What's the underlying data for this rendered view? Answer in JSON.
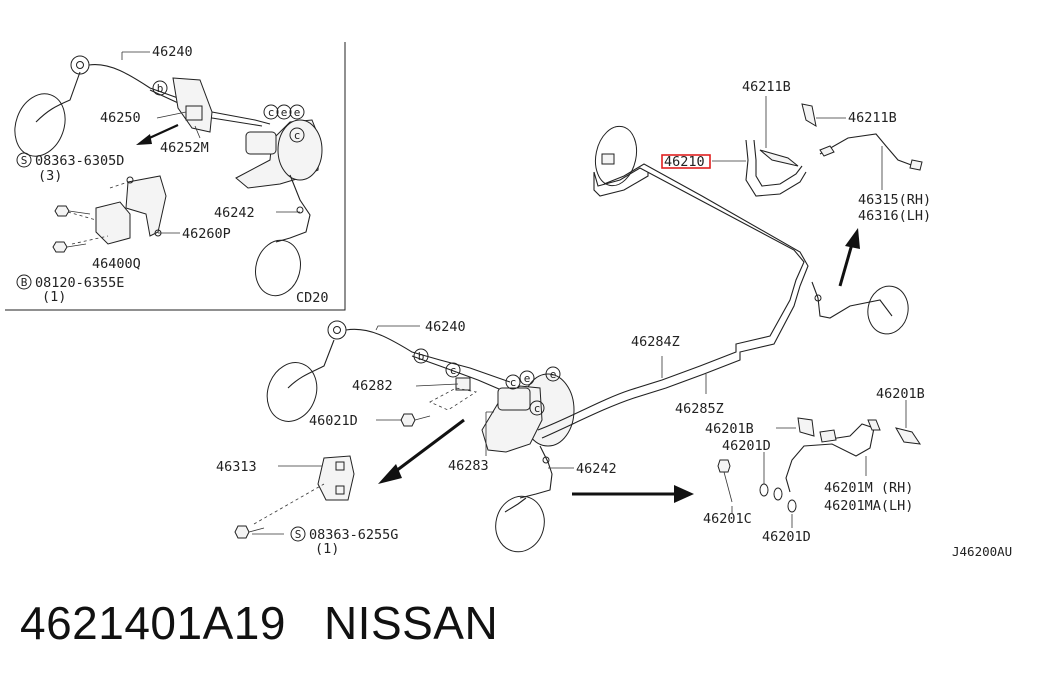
{
  "diagram": {
    "inset_code": "CD20",
    "drawing_code": "J46200AU",
    "highlight_color": "#e02020",
    "inset_labels": {
      "l46240": "46240",
      "l46250": "46250",
      "l46252m": "46252M",
      "l08363_6305d": "08363-6305D",
      "l_qty3": "(3)",
      "l46242": "46242",
      "l46260p": "46260P",
      "l46400q": "46400Q",
      "l08120_6355e": "08120-6355E",
      "l_qty1": "(1)"
    },
    "main_labels": {
      "l46240": "46240",
      "l46282": "46282",
      "l46021d": "46021D",
      "l46283": "46283",
      "l46313": "46313",
      "l08363_6255g": "08363-6255G",
      "l_qty1": "(1)",
      "l46242": "46242",
      "l46284z": "46284Z",
      "l46285z": "46285Z",
      "l46210": "46210",
      "l46211b_a": "46211B",
      "l46211b_b": "46211B",
      "l46315": "46315(RH)",
      "l46316": "46316(LH)",
      "l46201b_a": "46201B",
      "l46201b_b": "46201B",
      "l46201d_a": "46201D",
      "l46201d_b": "46201D",
      "l46201c": "46201C",
      "l46201m": "46201M (RH)",
      "l46201ma": "46201MA(LH)"
    },
    "callout_letters": {
      "b": "b",
      "c": "c",
      "e": "e",
      "s": "S",
      "bolt_b": "B"
    }
  },
  "caption": {
    "part_number": "4621401A19",
    "brand": "NISSAN"
  }
}
